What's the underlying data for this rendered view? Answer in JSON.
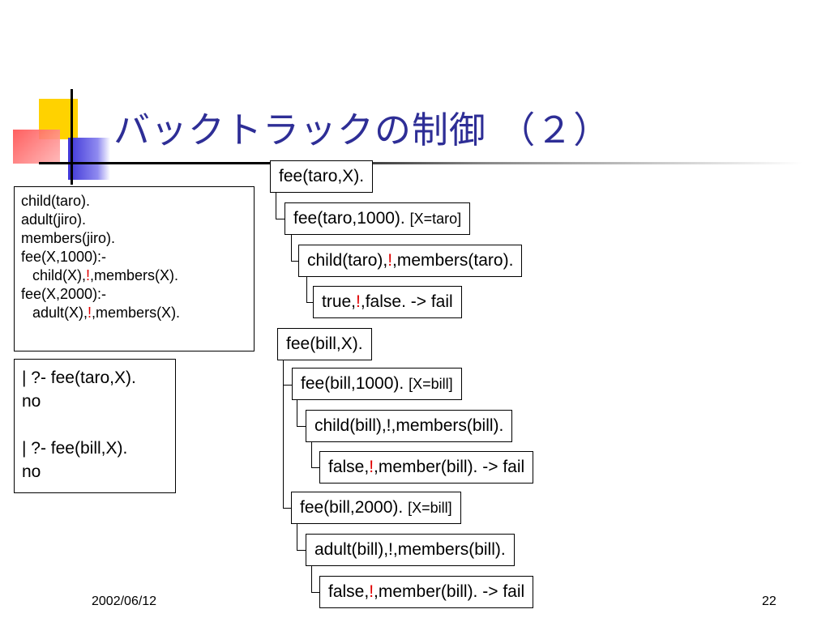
{
  "slide": {
    "title": "バックトラックの制御 （２）",
    "date": "2002/06/12",
    "page_number": "22"
  },
  "program": {
    "line1": "child(taro).",
    "line2": "adult(jiro).",
    "line3": "members(jiro).",
    "line4": "fee(X,1000):-",
    "line5_a": "child(X),",
    "line5_cut": "!",
    "line5_b": ",members(X).",
    "line6": "fee(X,2000):-",
    "line7_a": "adult(X),",
    "line7_cut": "!",
    "line7_b": ",members(X)."
  },
  "queries": {
    "q1": "| ?- fee(taro,X).",
    "a1": "no",
    "q2": "| ?- fee(bill,X).",
    "a2": "no"
  },
  "trace": {
    "n1": "fee(taro,X).",
    "n2": "fee(taro,1000).",
    "n2_bind": "[X=taro]",
    "n3_a": "child(taro),",
    "n3_cut": "!",
    "n3_b": ",members(taro).",
    "n4_a": "true,",
    "n4_cut": "!",
    "n4_b": ",false. -> fail",
    "n5": "fee(bill,X).",
    "n6": "fee(bill,1000).",
    "n6_bind": "[X=bill]",
    "n7": "child(bill),!,members(bill).",
    "n8_a": "false,",
    "n8_cut": "!",
    "n8_b": ",member(bill). -> fail",
    "n9": "fee(bill,2000).",
    "n9_bind": "[X=bill]",
    "n10": "adult(bill),!,members(bill).",
    "n11_a": "false,",
    "n11_cut": "!",
    "n11_b": ",member(bill). -> fail"
  }
}
